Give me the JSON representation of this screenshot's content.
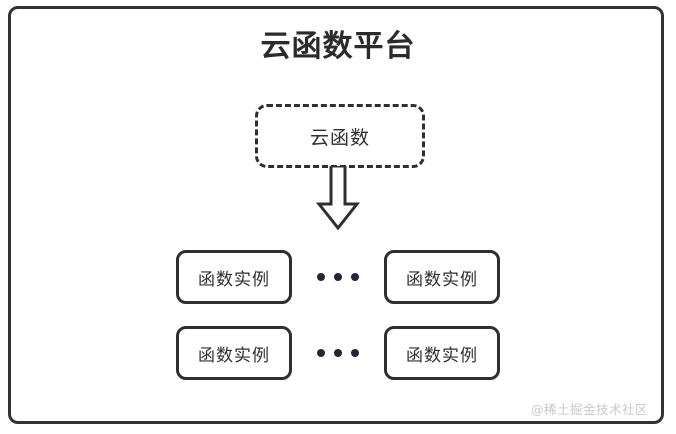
{
  "diagram": {
    "title": "云函数平台",
    "cloud_function": {
      "label": "云函数"
    },
    "arrow": {
      "icon": "down-arrow-icon",
      "direction": "down"
    },
    "instance_rows": [
      {
        "left_label": "函数实例",
        "ellipsis": "...",
        "right_label": "函数实例"
      },
      {
        "left_label": "函数实例",
        "ellipsis": "...",
        "right_label": "函数实例"
      }
    ],
    "watermark": "@稀土掘金技术社区",
    "colors": {
      "stroke": "#2f2f2f",
      "frame": "#333333",
      "title": "#2b2b2b",
      "dot": "#222736",
      "watermark": "#c9c9c9",
      "background": "#ffffff"
    }
  }
}
